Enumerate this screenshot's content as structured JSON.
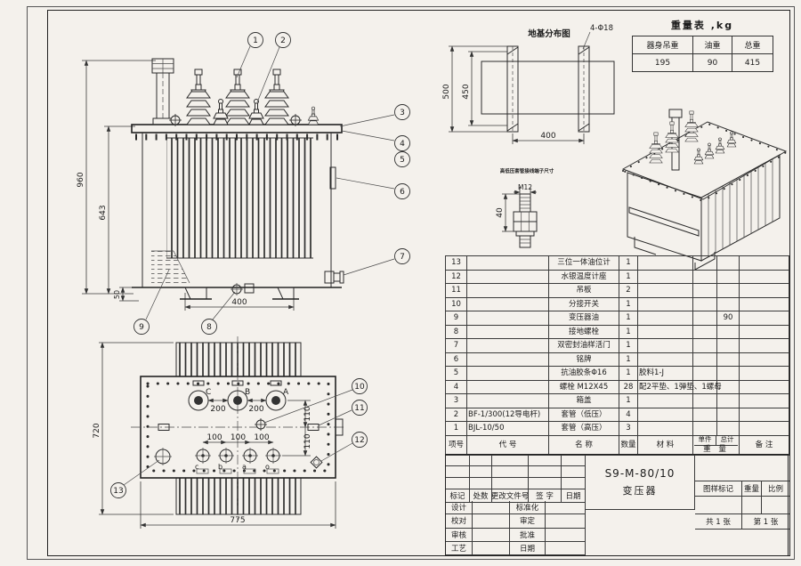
{
  "colors": {
    "background": "#f4f1ec",
    "ink": "#222222"
  },
  "weight_table": {
    "title": "重量表 ,kg",
    "headers": [
      "器身吊重",
      "油重",
      "总重"
    ],
    "values": [
      "195",
      "90",
      "415"
    ]
  },
  "foundation": {
    "title": "地基分布图",
    "bolt_label": "4-Φ18",
    "dim_500": "500",
    "dim_450": "450",
    "dim_400": "400"
  },
  "terminal": {
    "title": "高低压套管接线端子尺寸",
    "thread": "M12",
    "dim_40": "40"
  },
  "front_view": {
    "balloons": [
      "1",
      "2",
      "3",
      "4",
      "5",
      "6",
      "7",
      "8",
      "9"
    ],
    "dim_960": "960",
    "dim_643": "643",
    "dim_50": "50",
    "dim_400": "400"
  },
  "plan_view": {
    "balloons": [
      "10",
      "11",
      "12",
      "13"
    ],
    "dim_720": "720",
    "dim_775": "775",
    "dims_200": [
      "200",
      "200"
    ],
    "dims_100": [
      "100",
      "100",
      "100"
    ],
    "dims_110": [
      "110",
      "110"
    ],
    "hv_labels": [
      "C",
      "B",
      "A"
    ],
    "lv_labels": [
      "c",
      "b",
      "a",
      "o"
    ]
  },
  "parts_table": {
    "headers": {
      "no": "项号",
      "code": "代  号",
      "name": "名  称",
      "qty": "数量",
      "material": "材  料",
      "unit": "单件",
      "total": "总计",
      "weight": "重 量",
      "remark": "备  注"
    },
    "rows": [
      {
        "no": "13",
        "code": "",
        "name": "三位一体油位计",
        "qty": "1",
        "material": "",
        "unit": "",
        "total": "",
        "remark": ""
      },
      {
        "no": "12",
        "code": "",
        "name": "水银温度计座",
        "qty": "1",
        "material": "",
        "unit": "",
        "total": "",
        "remark": ""
      },
      {
        "no": "11",
        "code": "",
        "name": "吊板",
        "qty": "2",
        "material": "",
        "unit": "",
        "total": "",
        "remark": ""
      },
      {
        "no": "10",
        "code": "",
        "name": "分接开关",
        "qty": "1",
        "material": "",
        "unit": "",
        "total": "",
        "remark": ""
      },
      {
        "no": "9",
        "code": "",
        "name": "变压器油",
        "qty": "1",
        "material": "",
        "unit": "",
        "total": "90",
        "remark": ""
      },
      {
        "no": "8",
        "code": "",
        "name": "接地螺栓",
        "qty": "1",
        "material": "",
        "unit": "",
        "total": "",
        "remark": ""
      },
      {
        "no": "7",
        "code": "",
        "name": "双密封油样活门",
        "qty": "1",
        "material": "",
        "unit": "",
        "total": "",
        "remark": ""
      },
      {
        "no": "6",
        "code": "",
        "name": "铭牌",
        "qty": "1",
        "material": "",
        "unit": "",
        "total": "",
        "remark": ""
      },
      {
        "no": "5",
        "code": "",
        "name": "抗油胶条Φ16",
        "qty": "1",
        "material": "胶料1-J",
        "unit": "",
        "total": "",
        "remark": ""
      },
      {
        "no": "4",
        "code": "",
        "name": "螺栓 M12X45",
        "qty": "28",
        "material": "配2平垫、1弹垫、1螺母",
        "unit": "",
        "total": "",
        "remark": ""
      },
      {
        "no": "3",
        "code": "",
        "name": "箱盖",
        "qty": "1",
        "material": "",
        "unit": "",
        "total": "",
        "remark": ""
      },
      {
        "no": "2",
        "code": "BF-1/300(12导电杆)",
        "name": "套管（低压）",
        "qty": "4",
        "material": "",
        "unit": "",
        "total": "",
        "remark": ""
      },
      {
        "no": "1",
        "code": "BJL-10/50",
        "name": "套管（高压）",
        "qty": "3",
        "material": "",
        "unit": "",
        "total": "",
        "remark": ""
      }
    ]
  },
  "title_block": {
    "rev_headers": [
      "标记",
      "处数",
      "更改文件号",
      "签  字",
      "日期"
    ],
    "sign_left": [
      "设计",
      "校对",
      "审核",
      "工艺"
    ],
    "sign_right": [
      "标准化",
      "审定",
      "批准",
      "日期"
    ],
    "model": "S9-M-80/10",
    "product": "变压器",
    "stamp_headers": [
      "图样标记",
      "重量",
      "比例"
    ],
    "sheet_left": "共  1  张",
    "sheet_right": "第  1  张"
  }
}
